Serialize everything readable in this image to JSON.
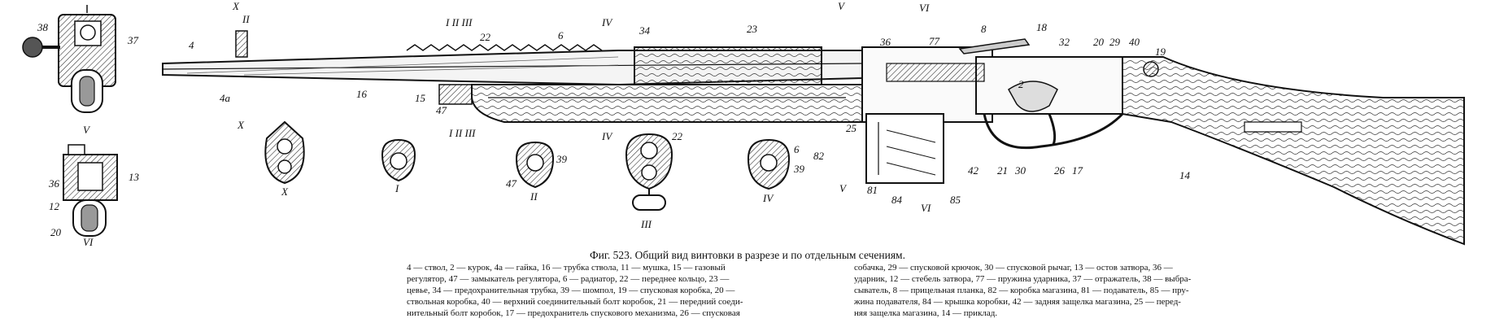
{
  "figure": {
    "caption": "Фиг. 523. Общий вид винтовки в разрезе и по отдельным сечениям."
  },
  "legend_left": [
    "4 — ствол, 2 — курок, 4а — гайка, 16 — трубка ствола, 11 — мушка, 15 — газовый",
    "регулятор, 47 — замыкатель регулятора, 6 — радиатор, 22 — переднее кольцо, 23 —",
    "цевье, 34 — предохранительная трубка, 39 — шомпол, 19 — спусковая коробка, 20 —",
    "ствольная коробка, 40 — верхний соединительный болт коробок, 21 — передний соеди-",
    "нительный болт коробок, 17 — предохранитель спускового механизма, 26 — спусковая"
  ],
  "legend_right": [
    "собачка, 29 — спусковой крючок, 30 — спусковой рычаг, 13 — остов затвора, 36 —",
    "ударник, 12 — стебель затвора, 77 — пружина ударника, 37 — отражатель, 38 — выбра-",
    "сыватель, 8 — прицельная планка, 82 — коробка магазина, 81 — подаватель, 85 — пру-",
    "жина подавателя, 84 — крышка коробки, 42 — задняя защелка магазина, 25 — перед-",
    "няя защелка магазина, 14 — приклад."
  ],
  "labels": {
    "n38": "38",
    "n37": "37",
    "n13": "13",
    "n36": "36",
    "n12": "12",
    "n20a": "20",
    "v_top": "V",
    "vi_bottom": "VI",
    "x_top": "X",
    "ii_top": "II",
    "n4": "4",
    "n4a": "4а",
    "x_bottom": "X",
    "i_top": "I II III",
    "n22": "22",
    "n16": "16",
    "n15": "15",
    "n47": "47",
    "i_bottom": "I II III",
    "n6": "6",
    "iv_top": "IV",
    "n34": "34",
    "n23": "23",
    "iv_bottom": "IV",
    "v_top2": "V",
    "v_bottom2": "V",
    "n36b": "36",
    "vi_top": "VI",
    "n77": "77",
    "n8": "8",
    "n18": "18",
    "n32": "32",
    "n20": "20",
    "n29": "29",
    "n40": "40",
    "n19": "19",
    "n2": "2",
    "n25": "25",
    "n82": "82",
    "n81": "81",
    "n84": "84",
    "vi_bot2": "VI",
    "n85": "85",
    "n42": "42",
    "n21": "21",
    "n30": "30",
    "n26": "26",
    "n17": "17",
    "n14": "14",
    "sec_x": "X",
    "sec_i": "I",
    "sec_ii": "II",
    "n47b": "47",
    "n39": "39",
    "sec_iii": "III",
    "n22b": "22",
    "sec_iv": "IV",
    "n6b": "6",
    "n39b": "39"
  }
}
